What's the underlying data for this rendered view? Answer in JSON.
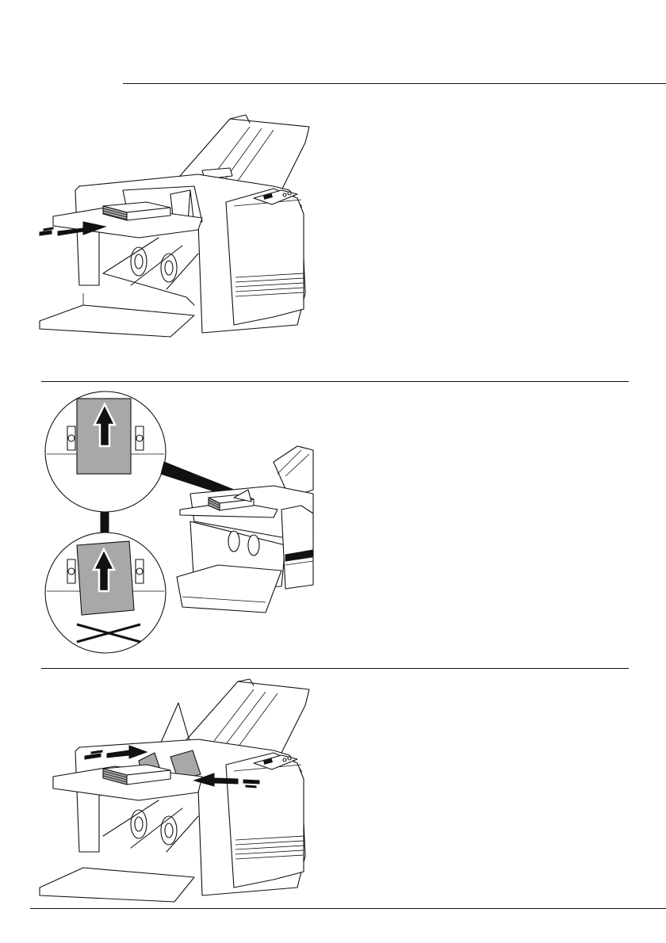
{
  "document": {
    "type": "operating-manual-page",
    "figures": [
      {
        "id": "fig-insert-paper-stack",
        "arrow_direction": "into-feed-tray"
      },
      {
        "id": "fig-paper-alignment",
        "insets": [
          "correct-alignment",
          "incorrect-alignment"
        ]
      },
      {
        "id": "fig-adjust-side-guides",
        "arrow_direction": "guides-inward"
      }
    ]
  },
  "colors": {
    "line": "#111111",
    "paper_grey": "#a8a8a8",
    "background": "#ffffff"
  },
  "icons": {
    "wrong_mark": "x-cross-icon",
    "feed_arrow": "arrow-up-icon"
  }
}
